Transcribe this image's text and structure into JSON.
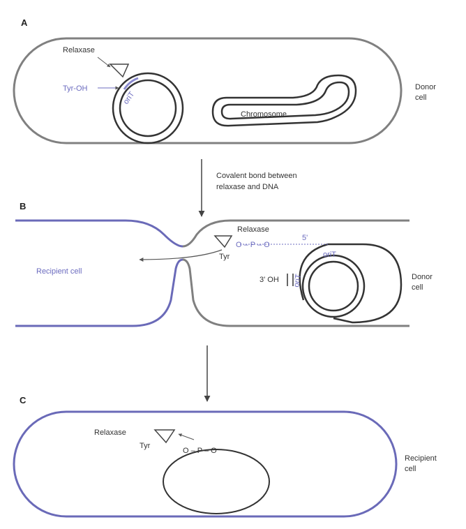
{
  "panels": {
    "a": "A",
    "b": "B",
    "c": "C"
  },
  "panel_a": {
    "relaxase": "Relaxase",
    "tyr_oh": "Tyr-OH",
    "orit": "oriT",
    "chromosome": "Chromosome",
    "donor_cell": [
      "Donor",
      "cell"
    ]
  },
  "arrow_1_caption": [
    "Covalent bond between",
    "relaxase and DNA"
  ],
  "panel_b": {
    "relaxase": "Relaxase",
    "chain": "O – P – O",
    "five_prime": "5'",
    "orit_top": "oriT",
    "tyr": "Tyr",
    "recipient_cell": "Recipient cell",
    "three_prime_oh": "3' OH",
    "orit_small": "oriT",
    "donor_cell": [
      "Donor",
      "cell"
    ]
  },
  "panel_c": {
    "relaxase": "Relaxase",
    "tyr": "Tyr",
    "chain": "O – P – O",
    "recipient_cell": [
      "Recipient",
      "cell"
    ]
  },
  "colors": {
    "donor_outline": "#808080",
    "recipient_outline": "#6a6ab8",
    "dna": "#333333",
    "blue_label": "#6b6bbf"
  }
}
